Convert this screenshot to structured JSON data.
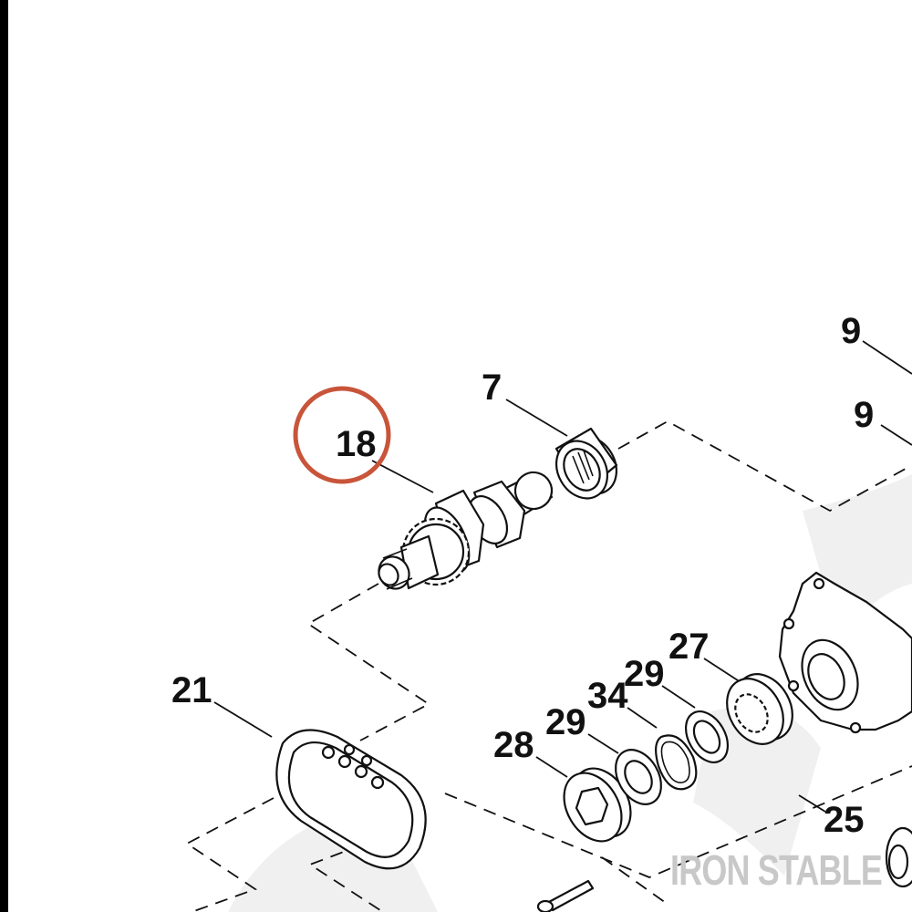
{
  "diagram": {
    "callouts": [
      {
        "id": "c18",
        "label": "18",
        "highlighted": true
      },
      {
        "id": "c7",
        "label": "7"
      },
      {
        "id": "c9a",
        "label": "9"
      },
      {
        "id": "c9b",
        "label": "9"
      },
      {
        "id": "c21",
        "label": "21"
      },
      {
        "id": "c27",
        "label": "27"
      },
      {
        "id": "c29a",
        "label": "29"
      },
      {
        "id": "c34",
        "label": "34"
      },
      {
        "id": "c29b",
        "label": "29"
      },
      {
        "id": "c28",
        "label": "28"
      },
      {
        "id": "c25",
        "label": "25"
      }
    ],
    "watermark": "IRON STABLE",
    "colors": {
      "highlight_circle": "#c8553a",
      "ink": "#111111",
      "watermark": "#c8c8c8",
      "watermark_shape": "#efefef",
      "left_border": "#000000"
    }
  }
}
